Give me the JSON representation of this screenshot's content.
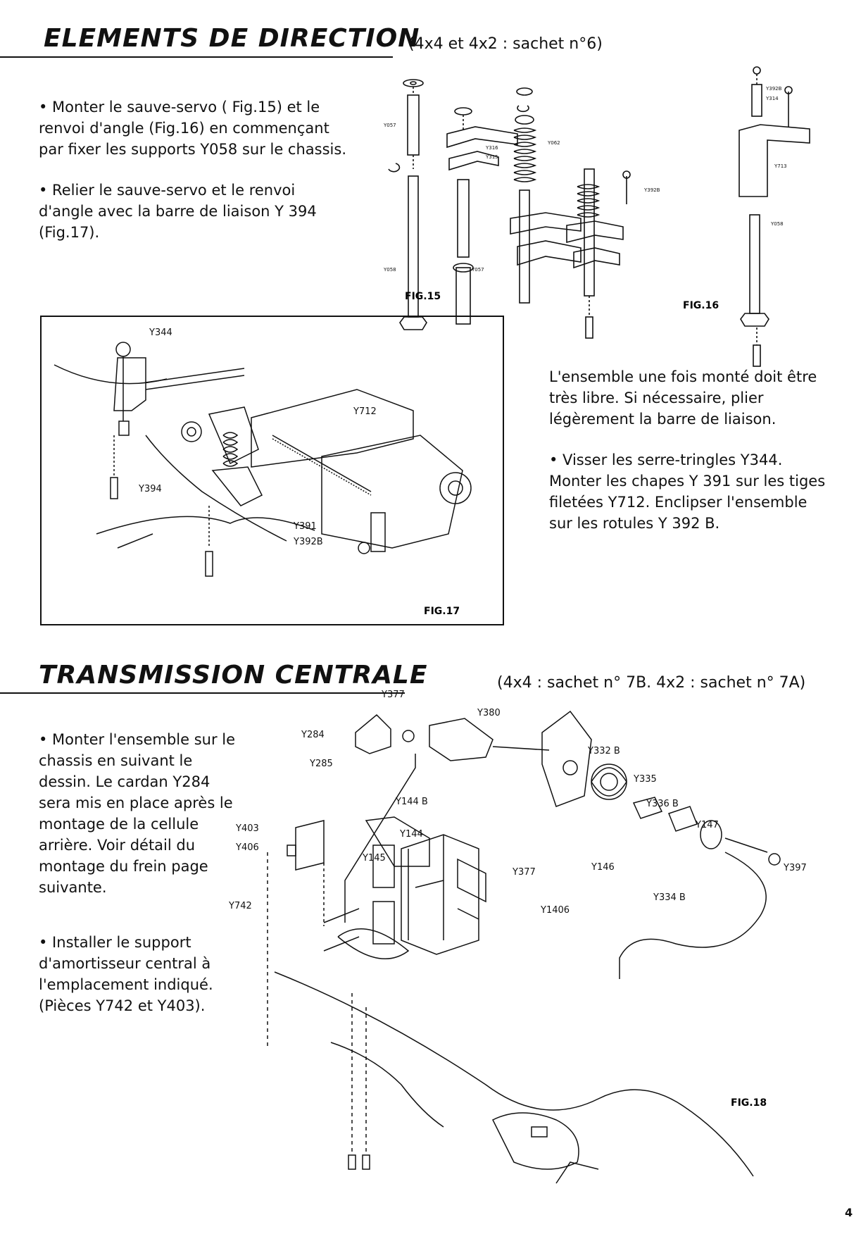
{
  "section1": {
    "title": "ELEMENTS DE DIRECTION",
    "subtitle": "(4x4 et 4x2 : sachet n°6)",
    "instructions": [
      "• Monter le sauve-servo ( Fig.15) et le renvoi d'angle (Fig.16) en commençant par fixer les supports Y058 sur le chassis.",
      "• Relier le sauve-servo et le renvoi d'angle avec la barre de liaison Y 394 (Fig.17)."
    ],
    "fig15": {
      "label": "FIG.15",
      "parts": [
        "Y057",
        "Y058",
        "Y316",
        "Y315",
        "Y057",
        "Y062"
      ]
    },
    "fig16": {
      "label": "FIG.16",
      "parts": [
        "Y392B",
        "Y314",
        "Y713",
        "Y058",
        "Y392B"
      ]
    },
    "fig17": {
      "label": "FIG.17",
      "parts": [
        "Y344",
        "Y712",
        "Y394",
        "Y391",
        "Y392B"
      ]
    },
    "right_notes": [
      "L'ensemble une fois monté doit être très libre. Si nécessaire, plier légèrement la barre de liaison.",
      "• Visser les serre-tringles Y344. Monter les chapes Y 391 sur les tiges filetées Y712. Enclipser l'ensemble sur les rotules Y 392 B."
    ]
  },
  "section2": {
    "title": "TRANSMISSION CENTRALE",
    "subtitle": "(4x4 : sachet n° 7B. 4x2 : sachet n° 7A)",
    "instructions": [
      "• Monter l'ensemble sur le chassis en suivant le dessin. Le cardan Y284 sera mis en place après le montage de la cellule arrière. Voir détail du montage du frein page suivante.",
      "• Installer le support d'amortisseur central à l'emplacement indiqué. (Pièces Y742 et Y403)."
    ],
    "fig18": {
      "label": "FIG.18",
      "parts": [
        "Y377",
        "Y380",
        "Y284",
        "Y285",
        "Y332 B",
        "Y335",
        "Y336 B",
        "Y144 B",
        "Y144",
        "Y403",
        "Y406",
        "Y145",
        "Y147",
        "Y146",
        "Y397",
        "Y334 B",
        "Y377",
        "Y1406",
        "Y742"
      ]
    }
  },
  "page_number": "4"
}
